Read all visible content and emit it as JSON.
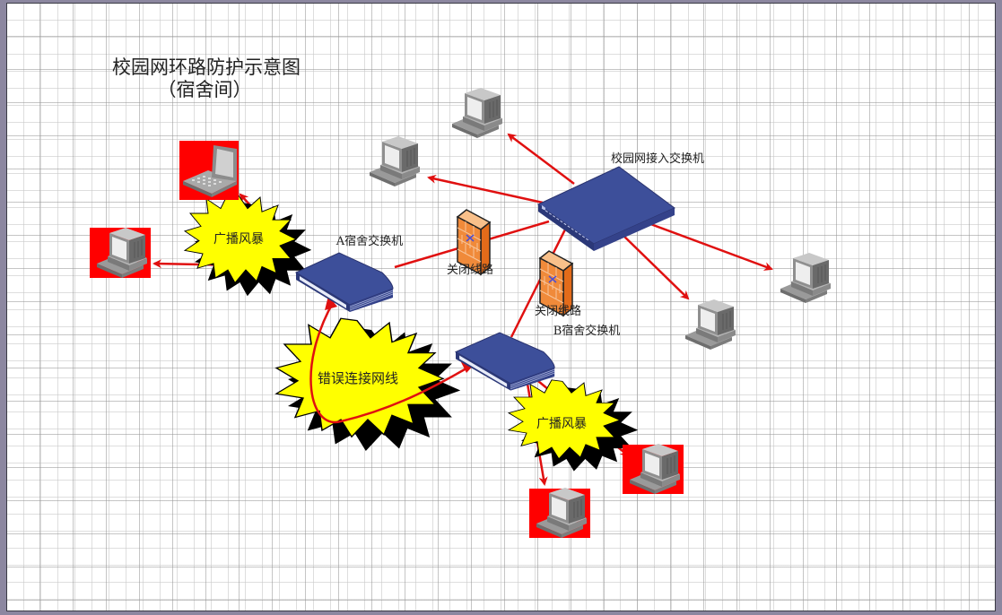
{
  "diagram": {
    "title": "校园网环路防护示意图",
    "subtitle": "（宿舍间）",
    "colors": {
      "link": "#e01010",
      "switch_top": "#3d4f9a",
      "switch_side": "#2b3878",
      "burst_fill": "#ffff00",
      "alert_bg": "#ff0000",
      "firewall": "#f08a3a"
    },
    "nodes": {
      "core_switch": {
        "label": "校园网接入交换机",
        "icon": "switch-icon"
      },
      "switch_a": {
        "label": "A宿舍交换机",
        "icon": "switch-icon"
      },
      "switch_b": {
        "label": "B宿舍交换机",
        "icon": "switch-icon"
      },
      "firewall_1": {
        "label": "关闭线路",
        "icon": "firewall-icon"
      },
      "firewall_2": {
        "label": "关闭线路",
        "icon": "firewall-icon"
      },
      "storm_a": {
        "label": "广播风暴"
      },
      "storm_b": {
        "label": "广播风暴"
      },
      "bad_cable": {
        "label": "错误连接网线"
      }
    },
    "computers": [
      {
        "id": "pc-top-1",
        "icon": "desktop-computer-icon",
        "alert": false
      },
      {
        "id": "pc-top-2",
        "icon": "desktop-computer-icon",
        "alert": false
      },
      {
        "id": "pc-right-1",
        "icon": "desktop-computer-icon",
        "alert": false
      },
      {
        "id": "pc-right-2",
        "icon": "desktop-computer-icon",
        "alert": false
      },
      {
        "id": "laptop-a",
        "icon": "laptop-icon",
        "alert": true
      },
      {
        "id": "pc-a",
        "icon": "desktop-computer-icon",
        "alert": true
      },
      {
        "id": "pc-b-1",
        "icon": "desktop-computer-icon",
        "alert": true
      },
      {
        "id": "pc-b-2",
        "icon": "desktop-computer-icon",
        "alert": true
      }
    ]
  }
}
